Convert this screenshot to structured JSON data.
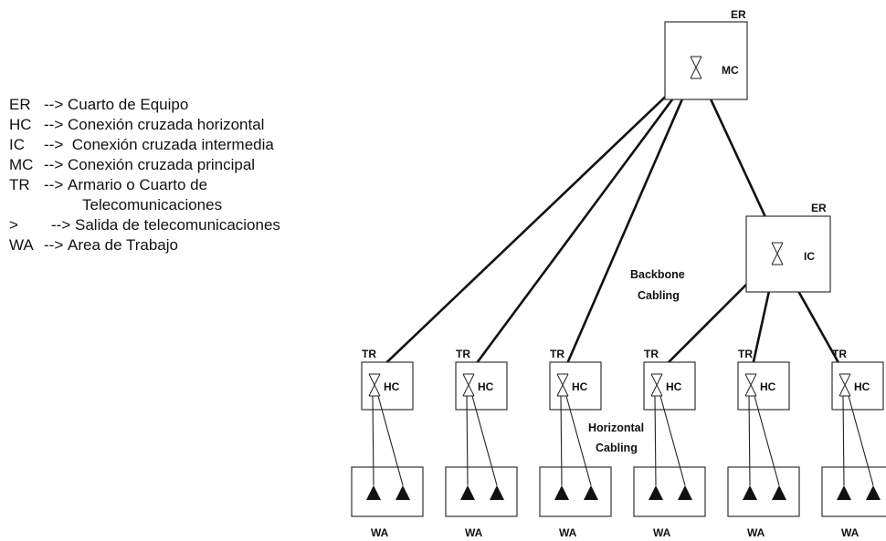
{
  "legend": [
    {
      "abbr": "ER",
      "arrow": "-->",
      "desc": "Cuarto de Equipo"
    },
    {
      "abbr": "HC",
      "arrow": "-->",
      "desc": "Conexión cruzada horizontal"
    },
    {
      "abbr": "IC",
      "arrow": "-->",
      "desc": " Conexión cruzada intermedia"
    },
    {
      "abbr": "MC",
      "arrow": "-->",
      "desc": "Conexión cruzada principal"
    },
    {
      "abbr": "TR",
      "arrow": "-->",
      "desc": "Armario o Cuarto de",
      "desc2": "Telecomunicaciones"
    },
    {
      "abbr": ">",
      "arrow": "-->",
      "desc": "Salida de telecomunicaciones"
    },
    {
      "abbr": "WA",
      "arrow": "-->",
      "desc": "Area de Trabajo"
    }
  ],
  "diagram": {
    "main_room": {
      "room": "ER",
      "label": "MC"
    },
    "intermediate_room": {
      "room": "ER",
      "label": "IC"
    },
    "backbone_label": [
      "Backbone",
      "Cabling"
    ],
    "horizontal_label": [
      "Horizontal",
      "Cabling"
    ],
    "closets": [
      {
        "room": "TR",
        "label": "HC",
        "area": "WA"
      },
      {
        "room": "TR",
        "label": "HC",
        "area": "WA"
      },
      {
        "room": "TR",
        "label": "HC",
        "area": "WA"
      },
      {
        "room": "TR",
        "label": "HC",
        "area": "WA"
      },
      {
        "room": "TR",
        "label": "HC",
        "area": "WA"
      },
      {
        "room": "TR",
        "label": "HC",
        "area": "WA"
      }
    ]
  }
}
